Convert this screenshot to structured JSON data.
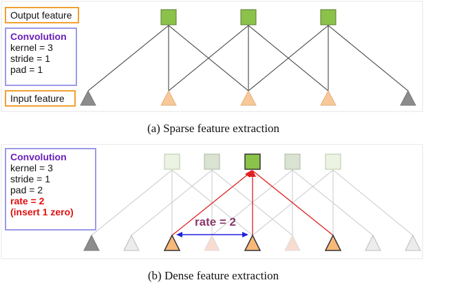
{
  "panel_a": {
    "output_label": "Output feature",
    "input_label": "Input feature",
    "conv": {
      "title": "Convolution",
      "lines": [
        "kernel = 3",
        "stride = 1",
        "pad = 1"
      ]
    },
    "caption": "(a) Sparse feature extraction"
  },
  "panel_b": {
    "conv": {
      "title": "Convolution",
      "lines": [
        "kernel = 3",
        "stride = 1",
        "pad = 2"
      ],
      "red_lines": [
        "rate = 2",
        "(insert 1 zero)"
      ]
    },
    "rate_label": "rate = 2",
    "caption": "(b) Dense feature extraction"
  },
  "colors": {
    "output_green": "#8bc24a",
    "input_orange": "#f8c898",
    "pad_gray": "#8c8c8c",
    "highlight_red": "#e02020",
    "arrow_blue": "#2020e0",
    "label_orange_border": "#f0a030",
    "label_purple_border": "#9a9ae8",
    "conv_title_purple": "#6a1fb8"
  }
}
